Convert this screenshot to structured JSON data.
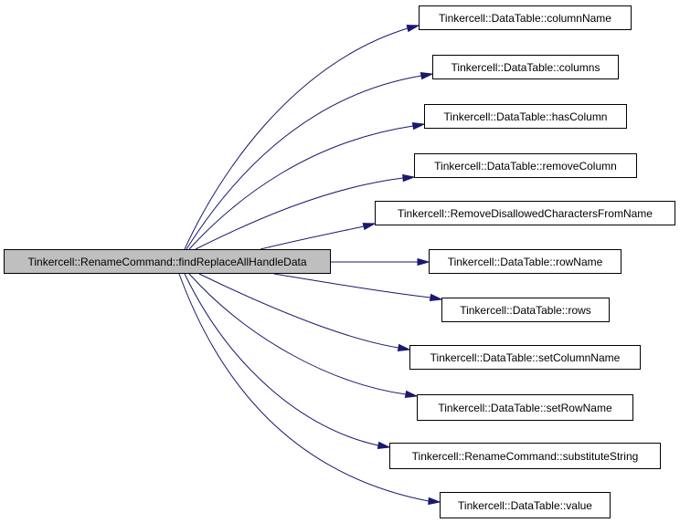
{
  "graph": {
    "source": {
      "id": "root",
      "label": "Tinkercell::RenameCommand::findReplaceAllHandleData"
    },
    "targets": [
      {
        "id": "t1",
        "label": "Tinkercell::DataTable::columnName"
      },
      {
        "id": "t2",
        "label": "Tinkercell::DataTable::columns"
      },
      {
        "id": "t3",
        "label": "Tinkercell::DataTable::hasColumn"
      },
      {
        "id": "t4",
        "label": "Tinkercell::DataTable::removeColumn"
      },
      {
        "id": "t5",
        "label": "Tinkercell::RemoveDisallowedCharactersFromName"
      },
      {
        "id": "t6",
        "label": "Tinkercell::DataTable::rowName"
      },
      {
        "id": "t7",
        "label": "Tinkercell::DataTable::rows"
      },
      {
        "id": "t8",
        "label": "Tinkercell::DataTable::setColumnName"
      },
      {
        "id": "t9",
        "label": "Tinkercell::DataTable::setRowName"
      },
      {
        "id": "t10",
        "label": "Tinkercell::RenameCommand::substituteString"
      },
      {
        "id": "t11",
        "label": "Tinkercell::DataTable::value"
      }
    ],
    "colors": {
      "edge": "#191970",
      "root_fill": "#bfbfbf",
      "node_fill": "#ffffff",
      "border": "#000000"
    }
  }
}
